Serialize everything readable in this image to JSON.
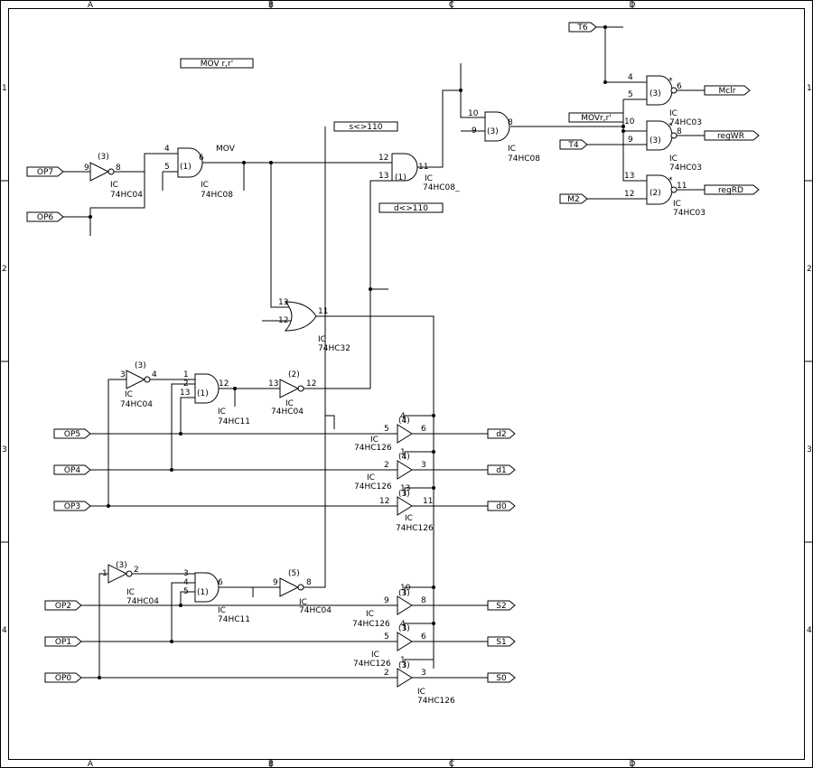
{
  "border": {
    "columns": [
      "A",
      "B",
      "C",
      "D"
    ],
    "rows": [
      "1",
      "2",
      "3",
      "4"
    ]
  },
  "annotations": {
    "mov_rr": "MOV r,r'",
    "s_ne_110": "s<>110",
    "d_ne_110": "d<>110",
    "mov_net": "MOV",
    "movr_net": "MOVr,r'"
  },
  "ports": {
    "op7": "OP7",
    "op6": "OP6",
    "op5": "OP5",
    "op4": "OP4",
    "op3": "OP3",
    "op2": "OP2",
    "op1": "OP1",
    "op0": "OP0",
    "t6": "T6",
    "t4": "T4",
    "m2": "M2",
    "mclr": "Mclr",
    "regwr": "regWR",
    "regrd": "regRD",
    "d2": "d2",
    "d1": "d1",
    "d0": "d0",
    "s2": "S2",
    "s1": "S1",
    "s0": "S0"
  },
  "components": {
    "ic": "IC",
    "hc04": "74HC04",
    "hc08": "74HC08",
    "hc08b": "74HC08_",
    "hc03": "74HC03",
    "hc11": "74HC11",
    "hc32": "74HC32",
    "hc126": "74HC126"
  },
  "units": [
    "(1)",
    "(2)",
    "(3)",
    "(4)",
    "(5)"
  ],
  "marker": "*"
}
